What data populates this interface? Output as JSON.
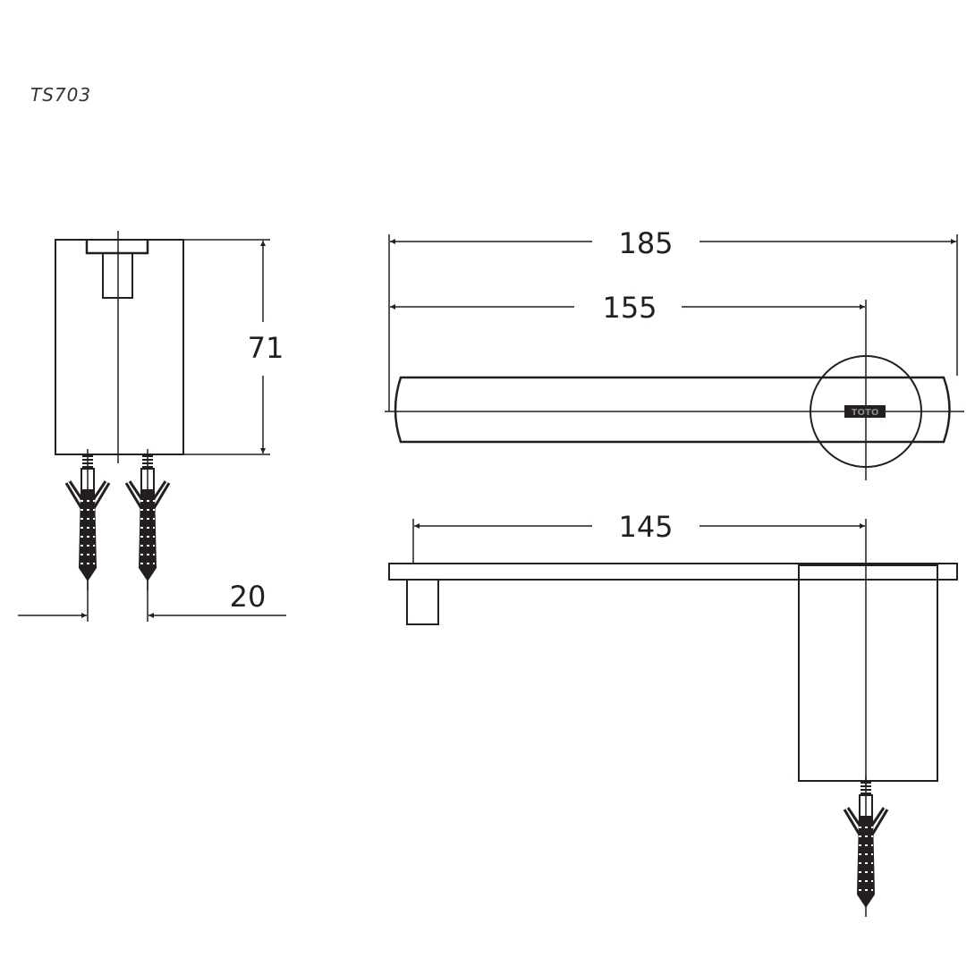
{
  "title": "TS703",
  "logo": "TOTO",
  "dimensions": {
    "height": "71",
    "anchor_spacing": "20",
    "overall_length": "185",
    "axis_length": "155",
    "mount_length": "145"
  }
}
